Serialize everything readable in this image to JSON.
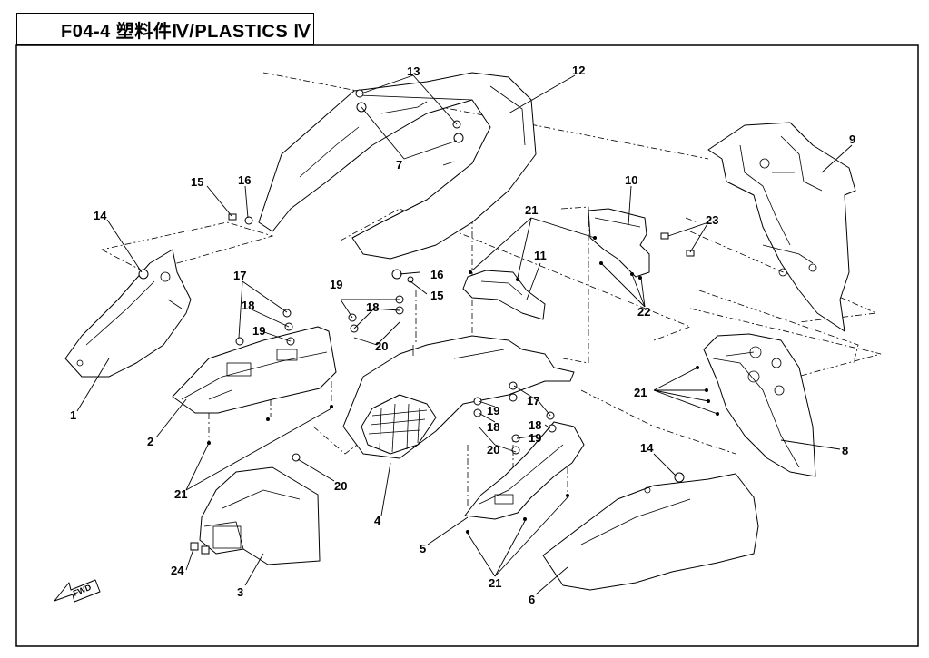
{
  "header": {
    "title": "F04-4  塑料件Ⅳ/PLASTICS Ⅳ"
  },
  "callouts": [
    {
      "id": "c1",
      "label": "1"
    },
    {
      "id": "c2",
      "label": "2"
    },
    {
      "id": "c3",
      "label": "3"
    },
    {
      "id": "c4",
      "label": "4"
    },
    {
      "id": "c5",
      "label": "5"
    },
    {
      "id": "c6",
      "label": "6"
    },
    {
      "id": "c7",
      "label": "7"
    },
    {
      "id": "c8",
      "label": "8"
    },
    {
      "id": "c9",
      "label": "9"
    },
    {
      "id": "c10",
      "label": "10"
    },
    {
      "id": "c11",
      "label": "11"
    },
    {
      "id": "c12",
      "label": "12"
    },
    {
      "id": "c13",
      "label": "13"
    },
    {
      "id": "c14a",
      "label": "14"
    },
    {
      "id": "c14b",
      "label": "14"
    },
    {
      "id": "c15a",
      "label": "15"
    },
    {
      "id": "c15b",
      "label": "15"
    },
    {
      "id": "c16a",
      "label": "16"
    },
    {
      "id": "c16b",
      "label": "16"
    },
    {
      "id": "c17a",
      "label": "17"
    },
    {
      "id": "c17b",
      "label": "17"
    },
    {
      "id": "c18a",
      "label": "18"
    },
    {
      "id": "c18b",
      "label": "18"
    },
    {
      "id": "c18c",
      "label": "18"
    },
    {
      "id": "c18d",
      "label": "18"
    },
    {
      "id": "c19a",
      "label": "19"
    },
    {
      "id": "c19b",
      "label": "19"
    },
    {
      "id": "c19c",
      "label": "19"
    },
    {
      "id": "c19d",
      "label": "19"
    },
    {
      "id": "c20a",
      "label": "20"
    },
    {
      "id": "c20b",
      "label": "20"
    },
    {
      "id": "c20c",
      "label": "20"
    },
    {
      "id": "c21a",
      "label": "21"
    },
    {
      "id": "c21b",
      "label": "21"
    },
    {
      "id": "c21c",
      "label": "21"
    },
    {
      "id": "c21d",
      "label": "21"
    },
    {
      "id": "c22",
      "label": "22"
    },
    {
      "id": "c23",
      "label": "23"
    },
    {
      "id": "c24",
      "label": "24"
    }
  ],
  "fwd_label": "FWD"
}
